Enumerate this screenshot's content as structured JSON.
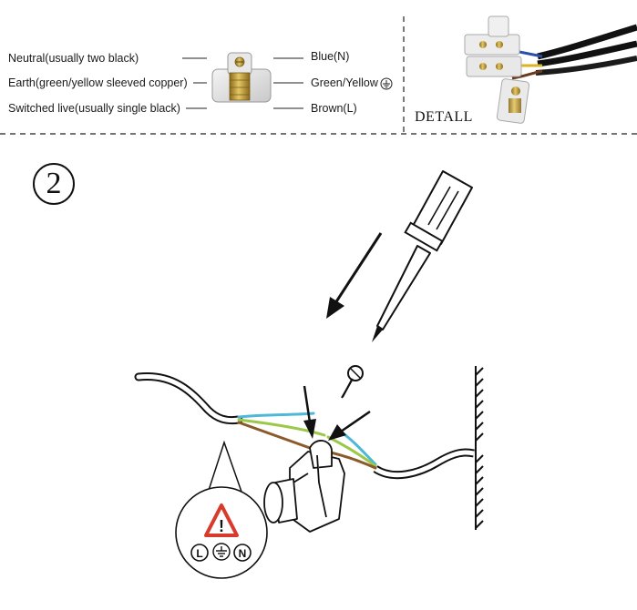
{
  "legend": {
    "left_labels": [
      "Neutral(usually two black)",
      "Earth(green/yellow sleeved copper)",
      "Switched live(usually single black)"
    ],
    "right_labels": [
      "Blue(N)",
      "Green/Yellow",
      "Brown(L)"
    ],
    "earth_symbol_icon": "earth-ground-circle-icon"
  },
  "detail": {
    "label": "DETALL"
  },
  "step": {
    "number": "2"
  },
  "warning": {
    "exclamation": "!",
    "live_letter": "L",
    "neutral_letter": "N",
    "earth_icon": "earth-ground-icon"
  },
  "colors": {
    "blue_wire": "#4fb8d8",
    "green_yellow_wire": "#9cc84a",
    "brown_wire": "#8b5a2b",
    "cable": "#222222",
    "warning_red": "#d83a2c",
    "brass": "#c9a23a"
  }
}
